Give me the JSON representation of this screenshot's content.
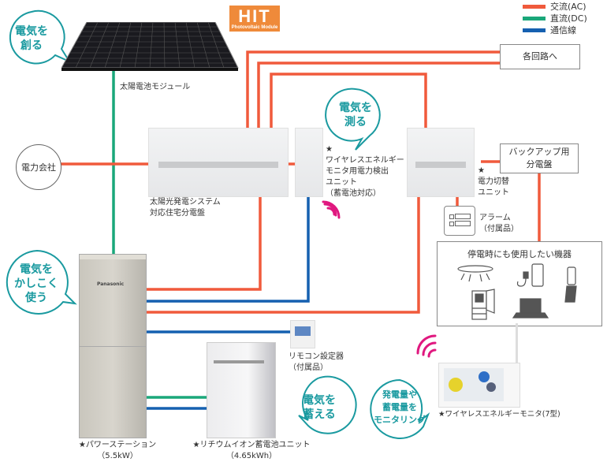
{
  "logo": {
    "main": "HIT",
    "sub": "Photovoltaic Module",
    "color": "#ef8a3a"
  },
  "legend": [
    {
      "label": "交流(AC)",
      "color": "#f05a3c"
    },
    {
      "label": "直流(DC)",
      "color": "#1aa77a"
    },
    {
      "label": "通信線",
      "color": "#1560b0"
    }
  ],
  "bubbles": {
    "create": "電気を\n創る",
    "measure": "電気を\n測る",
    "use": "電気を\nかしこく\n使う",
    "store": "電気を\n蓄える",
    "monitor": "発電量や\n蓄電量を\nモニタリング"
  },
  "components": {
    "solar_module": "太陽電池モジュール",
    "power_company": "電力会社",
    "distribution_board": [
      "太陽光発電システム",
      "対応住宅分電盤"
    ],
    "sensor_unit": [
      "★",
      "ワイヤレスエネルギー",
      "モニタ用電力検出",
      "ユニット",
      "（蓄電池対応）"
    ],
    "switch_unit": [
      "★",
      "電力切替",
      "ユニット"
    ],
    "each_circuit": "各回路へ",
    "backup_board": [
      "バックアップ用",
      "分電盤"
    ],
    "alarm": [
      "アラーム",
      "（付属品）"
    ],
    "devices_title": "停電時にも使用したい機器",
    "remote": [
      "リモコン設定器",
      "（付属品）"
    ],
    "power_station": [
      "★パワーステーション",
      "（5.5kW）"
    ],
    "battery": [
      "★リチウムイオン蓄電池ユニット",
      "（4.65kWh）"
    ],
    "monitor": "★ワイヤレスエネルギーモニタ(7型)",
    "brand": "Panasonic"
  },
  "colors": {
    "ac": "#f05a3c",
    "dc": "#1aa77a",
    "comm": "#1560b0",
    "bubble": "#1a9aa0",
    "wireless": "#e0187f"
  }
}
